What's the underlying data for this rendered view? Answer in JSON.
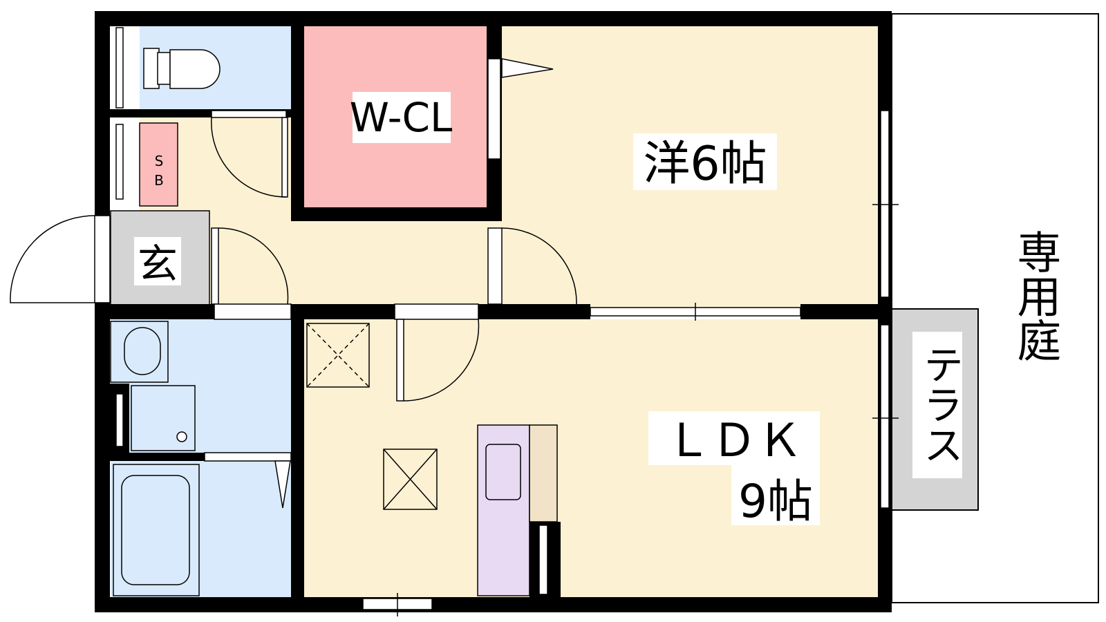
{
  "floor_plan": {
    "rooms": {
      "wcl": "W-CL",
      "western": "洋6帖",
      "ldk_line1": "ＬＤＫ",
      "ldk_line2": "9帖",
      "entrance": "玄",
      "shoebox_top": "S",
      "shoebox_bottom": "B",
      "terrace": "テラス",
      "garden": "専用庭"
    },
    "colors": {
      "wall": "#000000",
      "living": "#fdf1d3",
      "closet": "#fcbcbc",
      "wet_area": "#d9eafc",
      "entrance": "#d4d4d4",
      "terrace": "#d4d4d4",
      "kitchen": "#e8daf3",
      "counter": "#f1e2c8"
    }
  }
}
